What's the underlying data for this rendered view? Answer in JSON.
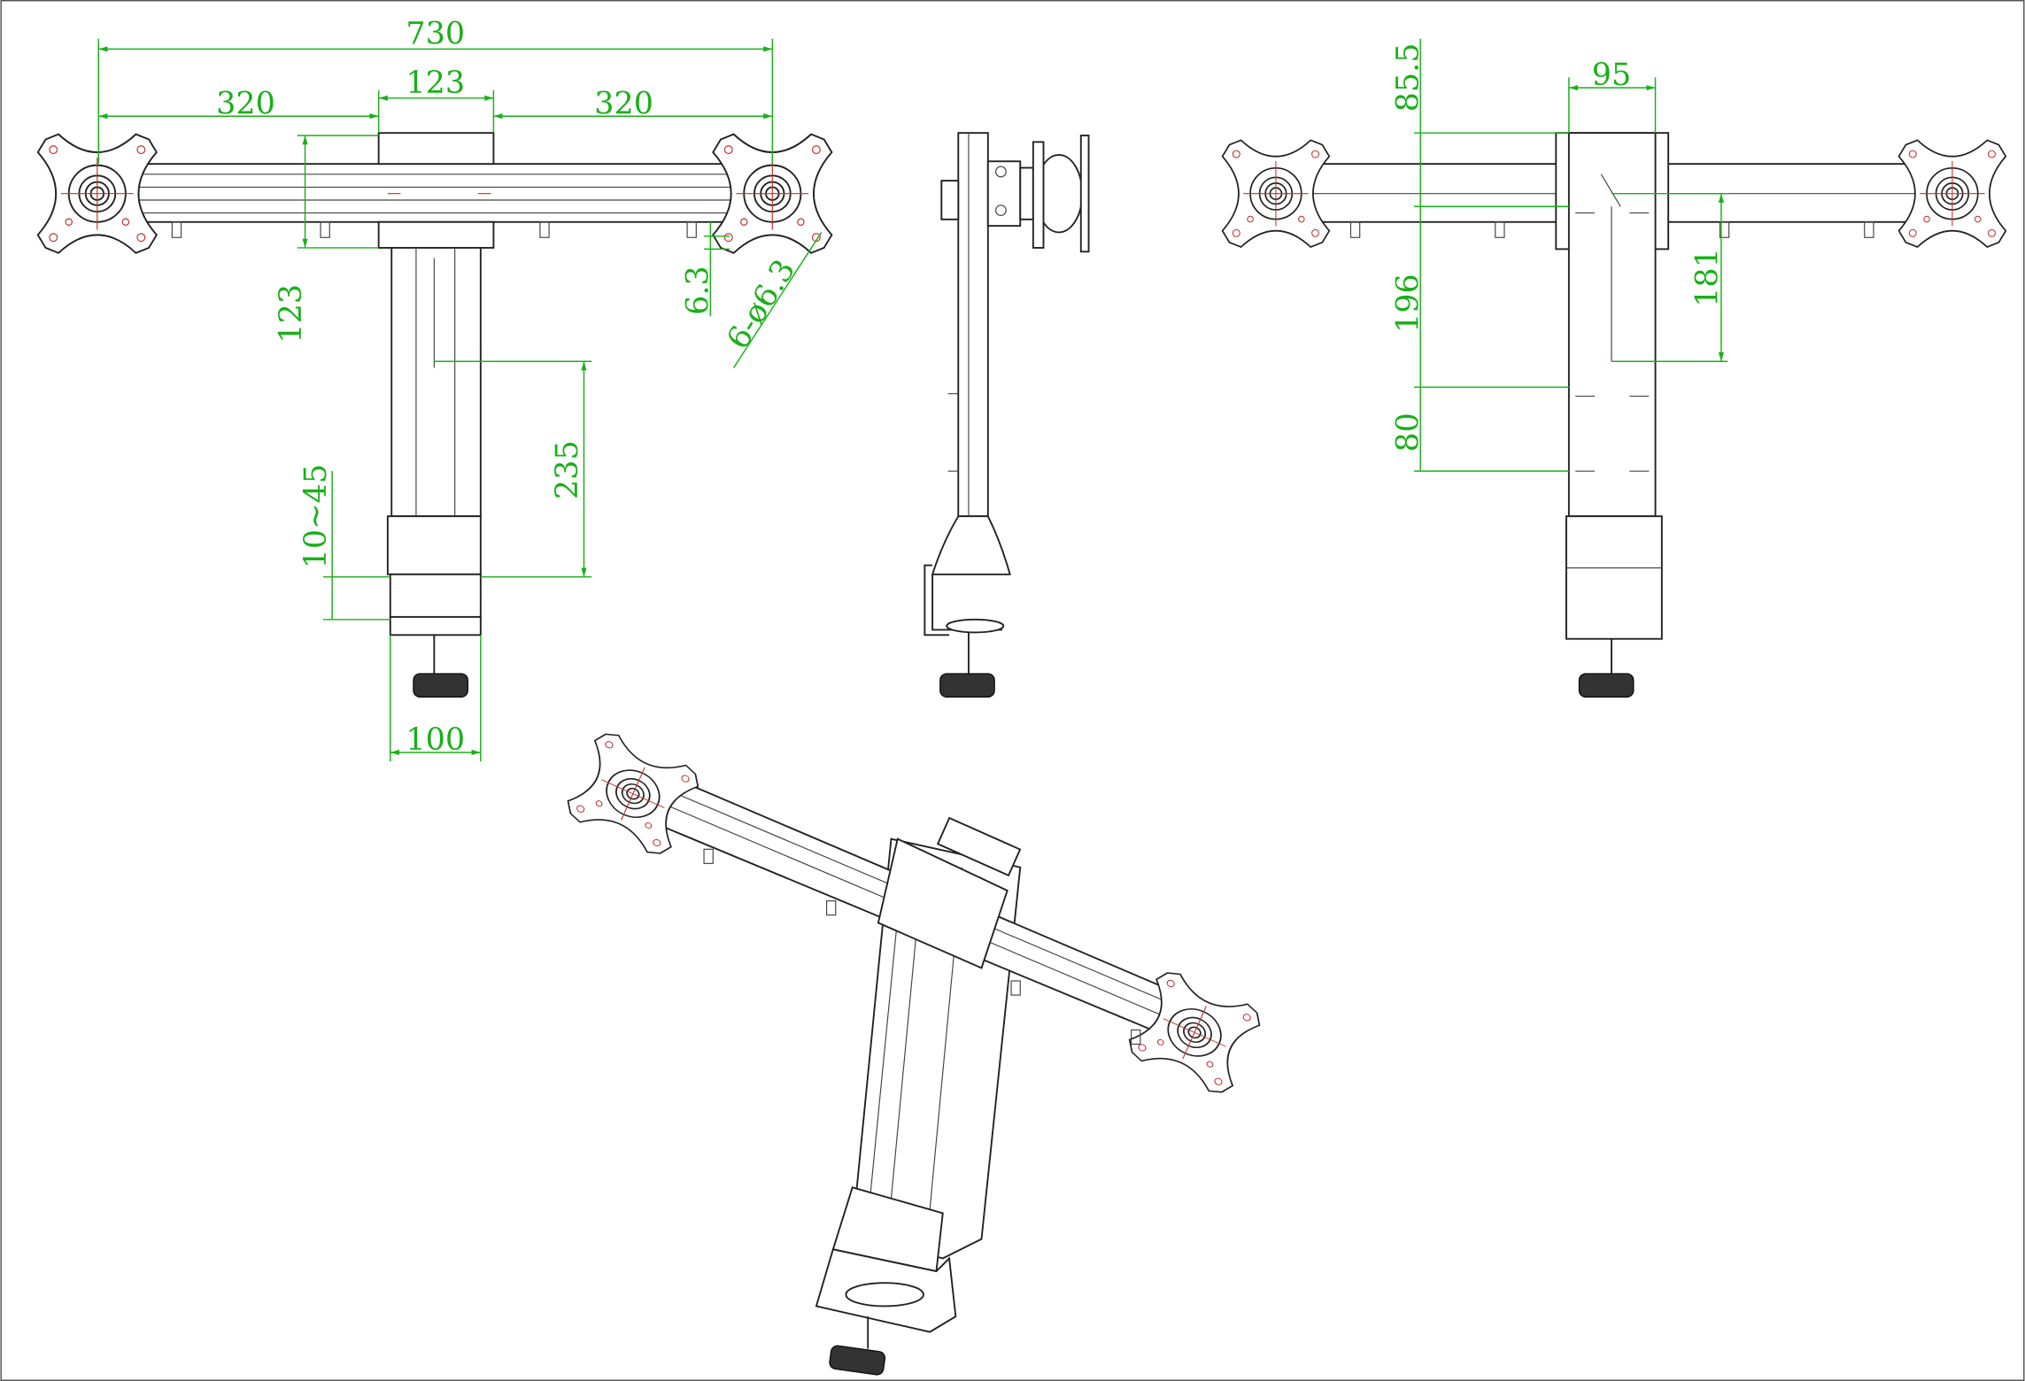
{
  "front_view": {
    "dims": {
      "overall_width": "730",
      "left_arm": "320",
      "center_plate_width": "123",
      "right_arm": "320",
      "center_plate_height": "123",
      "slot_width": "6.3",
      "vesa_holes": "6-ø6.3",
      "pole_height": "235",
      "clamp_range": "10~45",
      "base_width": "100"
    }
  },
  "right_view": {
    "dims": {
      "pole_width": "95",
      "top_offset": "85.5",
      "slot_depth": "196",
      "slot_length": "181",
      "hole_spacing": "80"
    }
  },
  "colors": {
    "dimension": "#19b019",
    "line": "#222222",
    "hole": "#c03030"
  }
}
